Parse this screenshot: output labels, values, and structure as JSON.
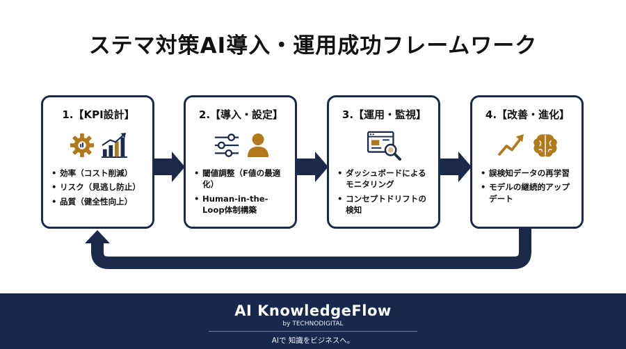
{
  "title": "ステマ対策AI導入・運用成功フレームワーク",
  "steps": [
    {
      "title": "1.【KPI設計】",
      "icons": [
        "gear-icon",
        "bar-chart-icon"
      ],
      "bullets": [
        "効率（コスト削減）",
        "リスク（見逃し防止）",
        "品質（健全性向上）"
      ]
    },
    {
      "title": "2.【導入・設定】",
      "icons": [
        "sliders-icon",
        "person-icon"
      ],
      "bullets": [
        "閾値調整（F値の最適化）",
        "Human-in-the-Loop体制構築"
      ]
    },
    {
      "title": "3.【運用・監視】",
      "icons": [
        "dashboard-magnifier-icon"
      ],
      "bullets": [
        "ダッシュボードによるモニタリング",
        "コンセプトドリフトの検知"
      ]
    },
    {
      "title": "4.【改善・進化】",
      "icons": [
        "trend-arrow-icon",
        "brain-icon"
      ],
      "bullets": [
        "誤検知データの再学習",
        "モデルの継続的アップデート"
      ]
    }
  ],
  "footer": {
    "brand": "AI KnowledgeFlow",
    "byline": "by TECHNODIGITAL",
    "tagline": "AIで 知識をビジネスへ。"
  },
  "colors": {
    "navy": "#1b2a4a",
    "footer_bg": "#16294d",
    "icon_gold": "#b07a1c"
  }
}
